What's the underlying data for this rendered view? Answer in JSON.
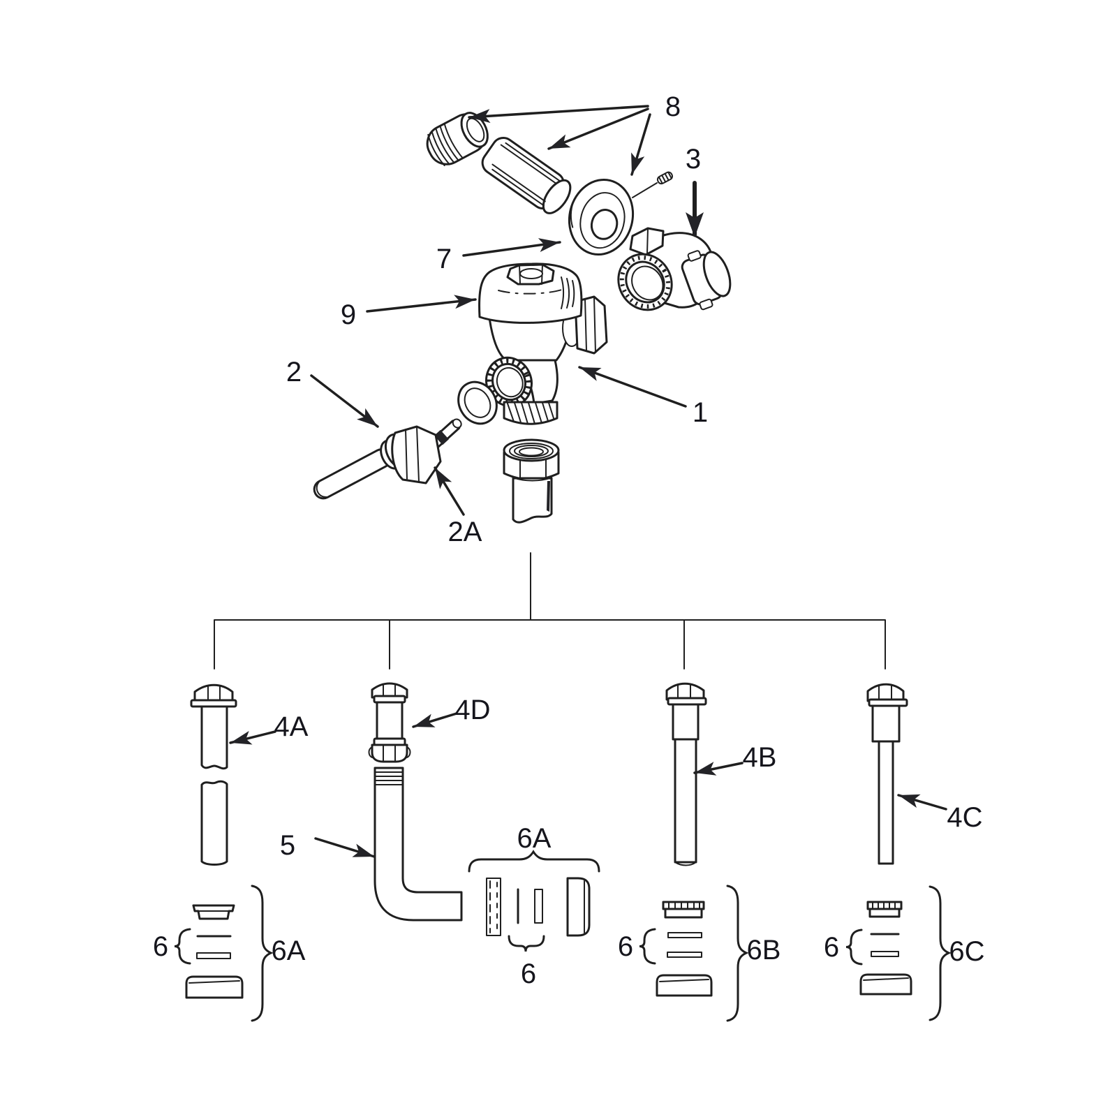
{
  "figure": {
    "kind": "exploded-parts-diagram",
    "background": "#ffffff",
    "line_color": "#1f1f1f",
    "label_color": "#15151c",
    "callouts": {
      "n1": "1",
      "n2": "2",
      "n2A": "2A",
      "n3": "3",
      "n4A": "4A",
      "n4B": "4B",
      "n4C": "4C",
      "n4D": "4D",
      "n5": "5",
      "n6": "6",
      "n6A": "6A",
      "n6B": "6B",
      "n6C": "6C",
      "n7": "7",
      "n8": "8",
      "n9": "9"
    }
  }
}
